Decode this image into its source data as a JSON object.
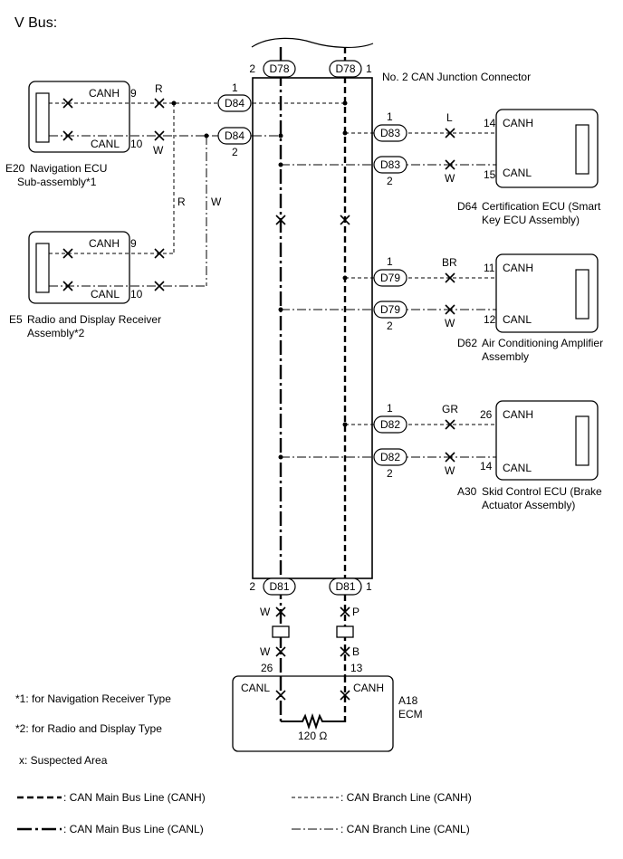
{
  "title": "V Bus:",
  "junction": {
    "label": "No. 2 CAN Junction Connector",
    "d78_left": "D78",
    "d78_left_pin": "2",
    "d78_right": "D78",
    "d78_right_pin": "1",
    "d81_left": "D81",
    "d81_left_pin": "2",
    "d81_right": "D81",
    "d81_right_pin": "1"
  },
  "nav_ecu": {
    "code": "E20",
    "name_line1": "Navigation ECU",
    "name_line2": "Sub-assembly*1",
    "canh": "CANH",
    "canh_pin": "9",
    "canl": "CANL",
    "canl_pin": "10",
    "canh_color": "R",
    "canl_color": "W",
    "conn_h": "D84",
    "conn_h_pin": "1",
    "conn_l": "D84",
    "conn_l_pin": "2"
  },
  "radio": {
    "code": "E5",
    "name_line1": "Radio and Display Receiver",
    "name_line2": "Assembly*2",
    "canh": "CANH",
    "canh_pin": "9",
    "canl": "CANL",
    "canl_pin": "10",
    "wire_r": "R",
    "wire_w": "W"
  },
  "cert_ecu": {
    "code": "D64",
    "name_line1": "Certification ECU (Smart",
    "name_line2": "Key ECU Assembly)",
    "canh": "CANH",
    "canh_pin": "14",
    "canl": "CANL",
    "canl_pin": "15",
    "canh_color": "L",
    "canl_color": "W",
    "conn_h": "D83",
    "conn_h_pin": "1",
    "conn_l": "D83",
    "conn_l_pin": "2"
  },
  "ac_amp": {
    "code": "D62",
    "name_line1": "Air Conditioning Amplifier",
    "name_line2": "Assembly",
    "canh": "CANH",
    "canh_pin": "11",
    "canl": "CANL",
    "canl_pin": "12",
    "canh_color": "BR",
    "canl_color": "W",
    "conn_h": "D79",
    "conn_h_pin": "1",
    "conn_l": "D79",
    "conn_l_pin": "2"
  },
  "skid_ecu": {
    "code": "A30",
    "name_line1": "Skid Control ECU (Brake",
    "name_line2": "Actuator Assembly)",
    "canh": "CANH",
    "canh_pin": "26",
    "canl": "CANL",
    "canl_pin": "14",
    "canh_color": "GR",
    "canl_color": "W",
    "conn_h": "D82",
    "conn_h_pin": "1",
    "conn_l": "D82",
    "conn_l_pin": "2"
  },
  "ecm": {
    "code": "A18",
    "name": "ECM",
    "canl": "CANL",
    "canl_pin": "26",
    "canh": "CANH",
    "canh_pin": "13",
    "resistor": "120 Ω",
    "wire_l_top": "W",
    "wire_l_bottom": "W",
    "wire_h_top": "P",
    "wire_h_bottom": "B"
  },
  "notes": {
    "note1": "*1: for Navigation Receiver Type",
    "note2": "*2: for Radio and Display Type",
    "suspected": "x: Suspected Area"
  },
  "legend": {
    "main_canh": ": CAN Main Bus Line (CANH)",
    "main_canl": ": CAN Main Bus Line (CANL)",
    "branch_canh": ": CAN Branch Line (CANH)",
    "branch_canl": ": CAN Branch Line (CANL)"
  }
}
